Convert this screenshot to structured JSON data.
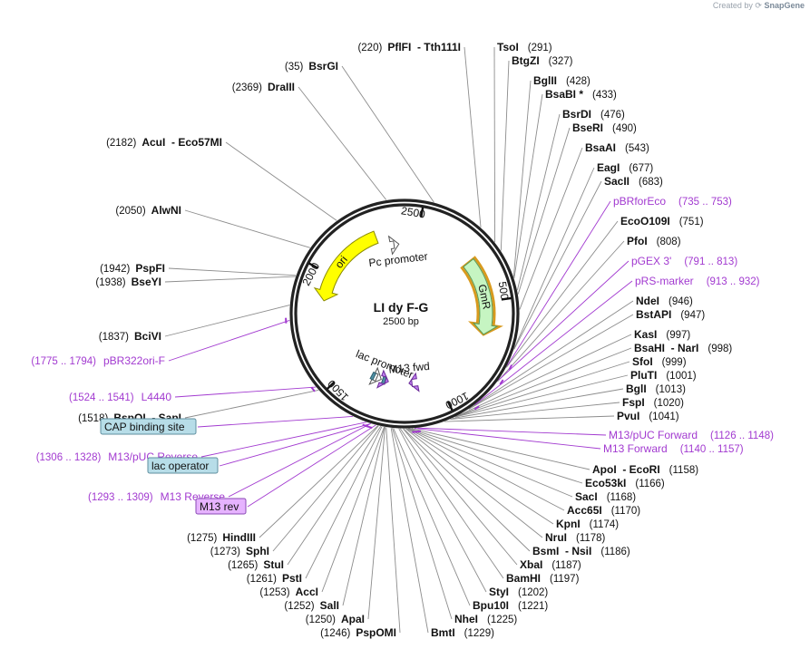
{
  "header": {
    "credit_prefix": "Created by",
    "credit_brand": "SnapGene"
  },
  "plasmid": {
    "name": "LI dy F-G",
    "size_label": "2500 bp",
    "length": 2500
  },
  "ruler": [
    {
      "pos": 500,
      "label": "500"
    },
    {
      "pos": 1000,
      "label": "1000"
    },
    {
      "pos": 1500,
      "label": "1500"
    },
    {
      "pos": 2000,
      "label": "2000"
    },
    {
      "pos": 2500,
      "label": "2500"
    }
  ],
  "arcs": [
    {
      "name": "GmR",
      "start": 290,
      "end": 660,
      "direction": "cw",
      "fill": "#c6f5c2",
      "stroke": "#5a9a57",
      "outline": "#d89a1e",
      "label": "GmR"
    },
    {
      "name": "ori",
      "start": 1870,
      "end": 2290,
      "direction": "ccw",
      "fill": "#ffff00",
      "stroke": "#8a8a00",
      "label": "ori"
    },
    {
      "name": "Pc promoter",
      "start": 2372,
      "end": 2400,
      "direction": "cw",
      "fill": "#ffffff",
      "stroke": "#555555",
      "label": "Pc promoter"
    },
    {
      "name": "lac promoter",
      "start": 1318,
      "end": 1345,
      "direction": "ccw",
      "fill": "#ffffff",
      "stroke": "#555555",
      "label": "lac promoter"
    },
    {
      "name": "lac operator",
      "start": 1293,
      "end": 1310,
      "direction": "none",
      "fill": "#4f8fa4",
      "stroke": "#2e5f6e",
      "label": ""
    },
    {
      "name": "CAP binding site",
      "start": 1360,
      "end": 1376,
      "direction": "none",
      "fill": "#4f8fa4",
      "stroke": "#2e5f6e",
      "label": ""
    },
    {
      "name": "M13 rev",
      "start": 1275,
      "end": 1292,
      "direction": "ccw",
      "fill": "#c080f0",
      "stroke": "#6a2a98",
      "label": ""
    },
    {
      "name": "M13 fwd",
      "start": 1140,
      "end": 1157,
      "direction": "cw",
      "fill": "#c080f0",
      "stroke": "#6a2a98",
      "label": "M13 fwd"
    }
  ],
  "sites": [
    {
      "name": "PflFI  - Tth111I",
      "pos_label": "(220)",
      "pos": 220,
      "side": "right-name"
    },
    {
      "name": "BsrGI",
      "pos_label": "(35)",
      "pos": 35,
      "side": "right-name"
    },
    {
      "name": "DraIII",
      "pos_label": "(2369)",
      "pos": 2369,
      "side": "right-name"
    },
    {
      "name": "AcuI  - Eco57MI",
      "pos_label": "(2182)",
      "pos": 2182,
      "side": "right-name"
    },
    {
      "name": "AlwNI",
      "pos_label": "(2050)",
      "pos": 2050,
      "side": "right-name"
    },
    {
      "name": "PspFI",
      "pos_label": "(1942)",
      "pos": 1942,
      "side": "right-name"
    },
    {
      "name": "BseYI",
      "pos_label": "(1938)",
      "pos": 1938,
      "side": "right-name"
    },
    {
      "name": "BciVI",
      "pos_label": "(1837)",
      "pos": 1837,
      "side": "right-name"
    },
    {
      "name": "BspQI  - SapI",
      "pos_label": "(1518)",
      "pos": 1518,
      "side": "right-name"
    },
    {
      "name": "TsoI",
      "pos_label": "(291)",
      "pos": 291,
      "side": "left-name"
    },
    {
      "name": "BtgZI",
      "pos_label": "(327)",
      "pos": 327,
      "side": "left-name"
    },
    {
      "name": "BglII",
      "pos_label": "(428)",
      "pos": 428,
      "side": "left-name"
    },
    {
      "name": "BsaBI *",
      "pos_label": "(433)",
      "pos": 433,
      "side": "left-name"
    },
    {
      "name": "BsrDI",
      "pos_label": "(476)",
      "pos": 476,
      "side": "left-name"
    },
    {
      "name": "BseRI",
      "pos_label": "(490)",
      "pos": 490,
      "side": "left-name"
    },
    {
      "name": "BsaAI",
      "pos_label": "(543)",
      "pos": 543,
      "side": "left-name"
    },
    {
      "name": "EagI",
      "pos_label": "(677)",
      "pos": 677,
      "side": "left-name"
    },
    {
      "name": "SacII",
      "pos_label": "(683)",
      "pos": 683,
      "side": "left-name"
    },
    {
      "name": "EcoO109I",
      "pos_label": "(751)",
      "pos": 751,
      "side": "left-name"
    },
    {
      "name": "PfoI",
      "pos_label": "(808)",
      "pos": 808,
      "side": "left-name"
    },
    {
      "name": "NdeI",
      "pos_label": "(946)",
      "pos": 946,
      "side": "left-name"
    },
    {
      "name": "BstAPI",
      "pos_label": "(947)",
      "pos": 947,
      "side": "left-name"
    },
    {
      "name": "KasI",
      "pos_label": "(997)",
      "pos": 997,
      "side": "left-name"
    },
    {
      "name": "BsaHI  - NarI",
      "pos_label": "(998)",
      "pos": 998,
      "side": "left-name"
    },
    {
      "name": "SfoI",
      "pos_label": "(999)",
      "pos": 999,
      "side": "left-name"
    },
    {
      "name": "PluTI",
      "pos_label": "(1001)",
      "pos": 1001,
      "side": "left-name"
    },
    {
      "name": "BglI",
      "pos_label": "(1013)",
      "pos": 1013,
      "side": "left-name"
    },
    {
      "name": "FspI",
      "pos_label": "(1020)",
      "pos": 1020,
      "side": "left-name"
    },
    {
      "name": "PvuI",
      "pos_label": "(1041)",
      "pos": 1041,
      "side": "left-name"
    },
    {
      "name": "ApoI  - EcoRI",
      "pos_label": "(1158)",
      "pos": 1158,
      "side": "left-name"
    },
    {
      "name": "Eco53kI",
      "pos_label": "(1166)",
      "pos": 1166,
      "side": "left-name"
    },
    {
      "name": "SacI",
      "pos_label": "(1168)",
      "pos": 1168,
      "side": "left-name"
    },
    {
      "name": "Acc65I",
      "pos_label": "(1170)",
      "pos": 1170,
      "side": "left-name"
    },
    {
      "name": "KpnI",
      "pos_label": "(1174)",
      "pos": 1174,
      "side": "left-name"
    },
    {
      "name": "NruI",
      "pos_label": "(1178)",
      "pos": 1178,
      "side": "left-name"
    },
    {
      "name": "BsmI  - NsiI",
      "pos_label": "(1186)",
      "pos": 1186,
      "side": "left-name"
    },
    {
      "name": "XbaI",
      "pos_label": "(1187)",
      "pos": 1187,
      "side": "left-name"
    },
    {
      "name": "BamHI",
      "pos_label": "(1197)",
      "pos": 1197,
      "side": "left-name"
    },
    {
      "name": "StyI",
      "pos_label": "(1202)",
      "pos": 1202,
      "side": "left-name"
    },
    {
      "name": "Bpu10I",
      "pos_label": "(1221)",
      "pos": 1221,
      "side": "left-name"
    },
    {
      "name": "NheI",
      "pos_label": "(1225)",
      "pos": 1225,
      "side": "left-name"
    },
    {
      "name": "BmtI",
      "pos_label": "(1229)",
      "pos": 1229,
      "side": "left-name"
    },
    {
      "name": "HindIII",
      "pos_label": "(1275)",
      "pos": 1275,
      "side": "right-name"
    },
    {
      "name": "SphI",
      "pos_label": "(1273)",
      "pos": 1273,
      "side": "right-name"
    },
    {
      "name": "StuI",
      "pos_label": "(1265)",
      "pos": 1265,
      "side": "right-name"
    },
    {
      "name": "PstI",
      "pos_label": "(1261)",
      "pos": 1261,
      "side": "right-name"
    },
    {
      "name": "AccI",
      "pos_label": "(1253)",
      "pos": 1253,
      "side": "right-name"
    },
    {
      "name": "SalI",
      "pos_label": "(1252)",
      "pos": 1252,
      "side": "right-name"
    },
    {
      "name": "ApaI",
      "pos_label": "(1250)",
      "pos": 1250,
      "side": "right-name"
    },
    {
      "name": "PspOMI",
      "pos_label": "(1246)",
      "pos": 1246,
      "side": "right-name"
    }
  ],
  "primers": [
    {
      "name": "pBRforEco",
      "range": "(735 .. 753)",
      "pos": 744,
      "side": "left-name"
    },
    {
      "name": "pGEX 3'",
      "range": "(791 .. 813)",
      "pos": 802,
      "side": "left-name"
    },
    {
      "name": "pRS-marker",
      "range": "(913 .. 932)",
      "pos": 922,
      "side": "left-name"
    },
    {
      "name": "M13/pUC Forward",
      "range": "(1126 .. 1148)",
      "pos": 1137,
      "side": "left-name"
    },
    {
      "name": "M13 Forward",
      "range": "(1140 .. 1157)",
      "pos": 1148,
      "side": "left-name"
    },
    {
      "name": "pBR322ori-F",
      "range": "(1775 .. 1794)",
      "pos": 1784,
      "side": "right-name"
    },
    {
      "name": "L4440",
      "range": "(1524 .. 1541)",
      "pos": 1532,
      "side": "right-name"
    },
    {
      "name": "M13/pUC Reverse",
      "range": "(1306 .. 1328)",
      "pos": 1317,
      "side": "right-name"
    },
    {
      "name": "M13 Reverse",
      "range": "(1293 .. 1309)",
      "pos": 1301,
      "side": "right-name"
    }
  ],
  "boxes": [
    {
      "name": "CAP binding site",
      "fill": "#b7dde8",
      "stroke": "#5f8f9f",
      "pos": 1368
    },
    {
      "name": "lac operator",
      "fill": "#b7dde8",
      "stroke": "#5f8f9f",
      "pos": 1301
    },
    {
      "name": "M13 rev",
      "fill": "#e6b3ff",
      "stroke": "#8a4ab5",
      "pos": 1283
    }
  ],
  "colors": {
    "feature_purple": "#a23ad0",
    "leader_gray": "#8c8c8c",
    "backbone": "#222222"
  }
}
